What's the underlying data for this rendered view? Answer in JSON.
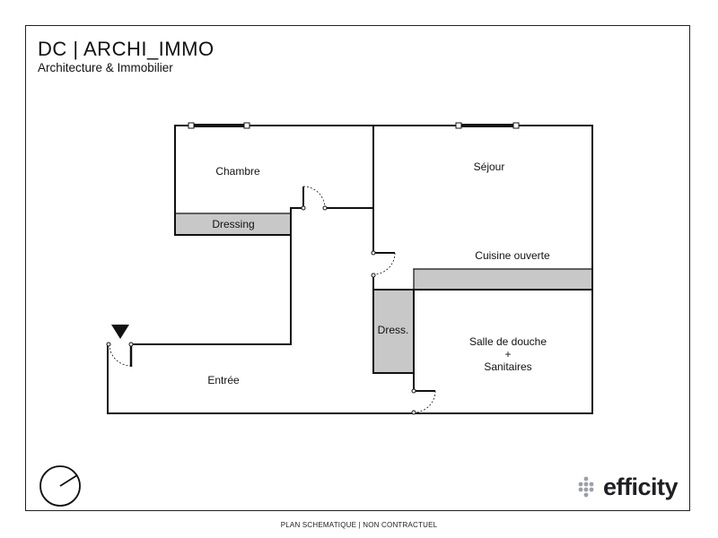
{
  "brand": {
    "name": "DC | ARCHI_IMMO",
    "subtitle": "Architecture & Immobilier"
  },
  "rooms": {
    "chambre": "Chambre",
    "sejour": "Séjour",
    "dressing": "Dressing",
    "cuisine": "Cuisine ouverte",
    "dress_small": "Dress.",
    "salle_line1": "Salle de douche",
    "salle_line2": "+",
    "salle_line3": "Sanitaires",
    "entree": "Entrée"
  },
  "logo": {
    "text": "efficity"
  },
  "footer": {
    "text": "PLAN SCHEMATIQUE | NON CONTRACTUEL"
  },
  "colors": {
    "wall": "#111111",
    "fill_gray": "#c8c8c8",
    "logo_dots": "#9aa0a8"
  }
}
